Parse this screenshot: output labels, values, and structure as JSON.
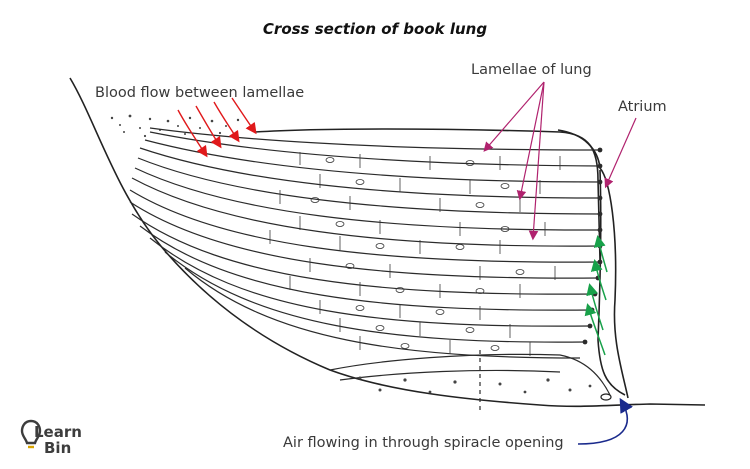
{
  "title": "Cross section of book lung",
  "labels": {
    "blood_flow": "Blood flow between lamellae",
    "lamellae": "Lamellae of lung",
    "atrium": "Atrium",
    "air_flow": "Air flowing in through spiracle opening"
  },
  "logo": {
    "line1": "Learn",
    "line2": "Bin"
  },
  "colors": {
    "blood_arrows": "#e0191b",
    "air_arrows": "#18a14a",
    "lamellae_pointers": "#b0226e",
    "spiracle_arrow": "#1a2a8c",
    "logo_accent": "#d8a400"
  }
}
